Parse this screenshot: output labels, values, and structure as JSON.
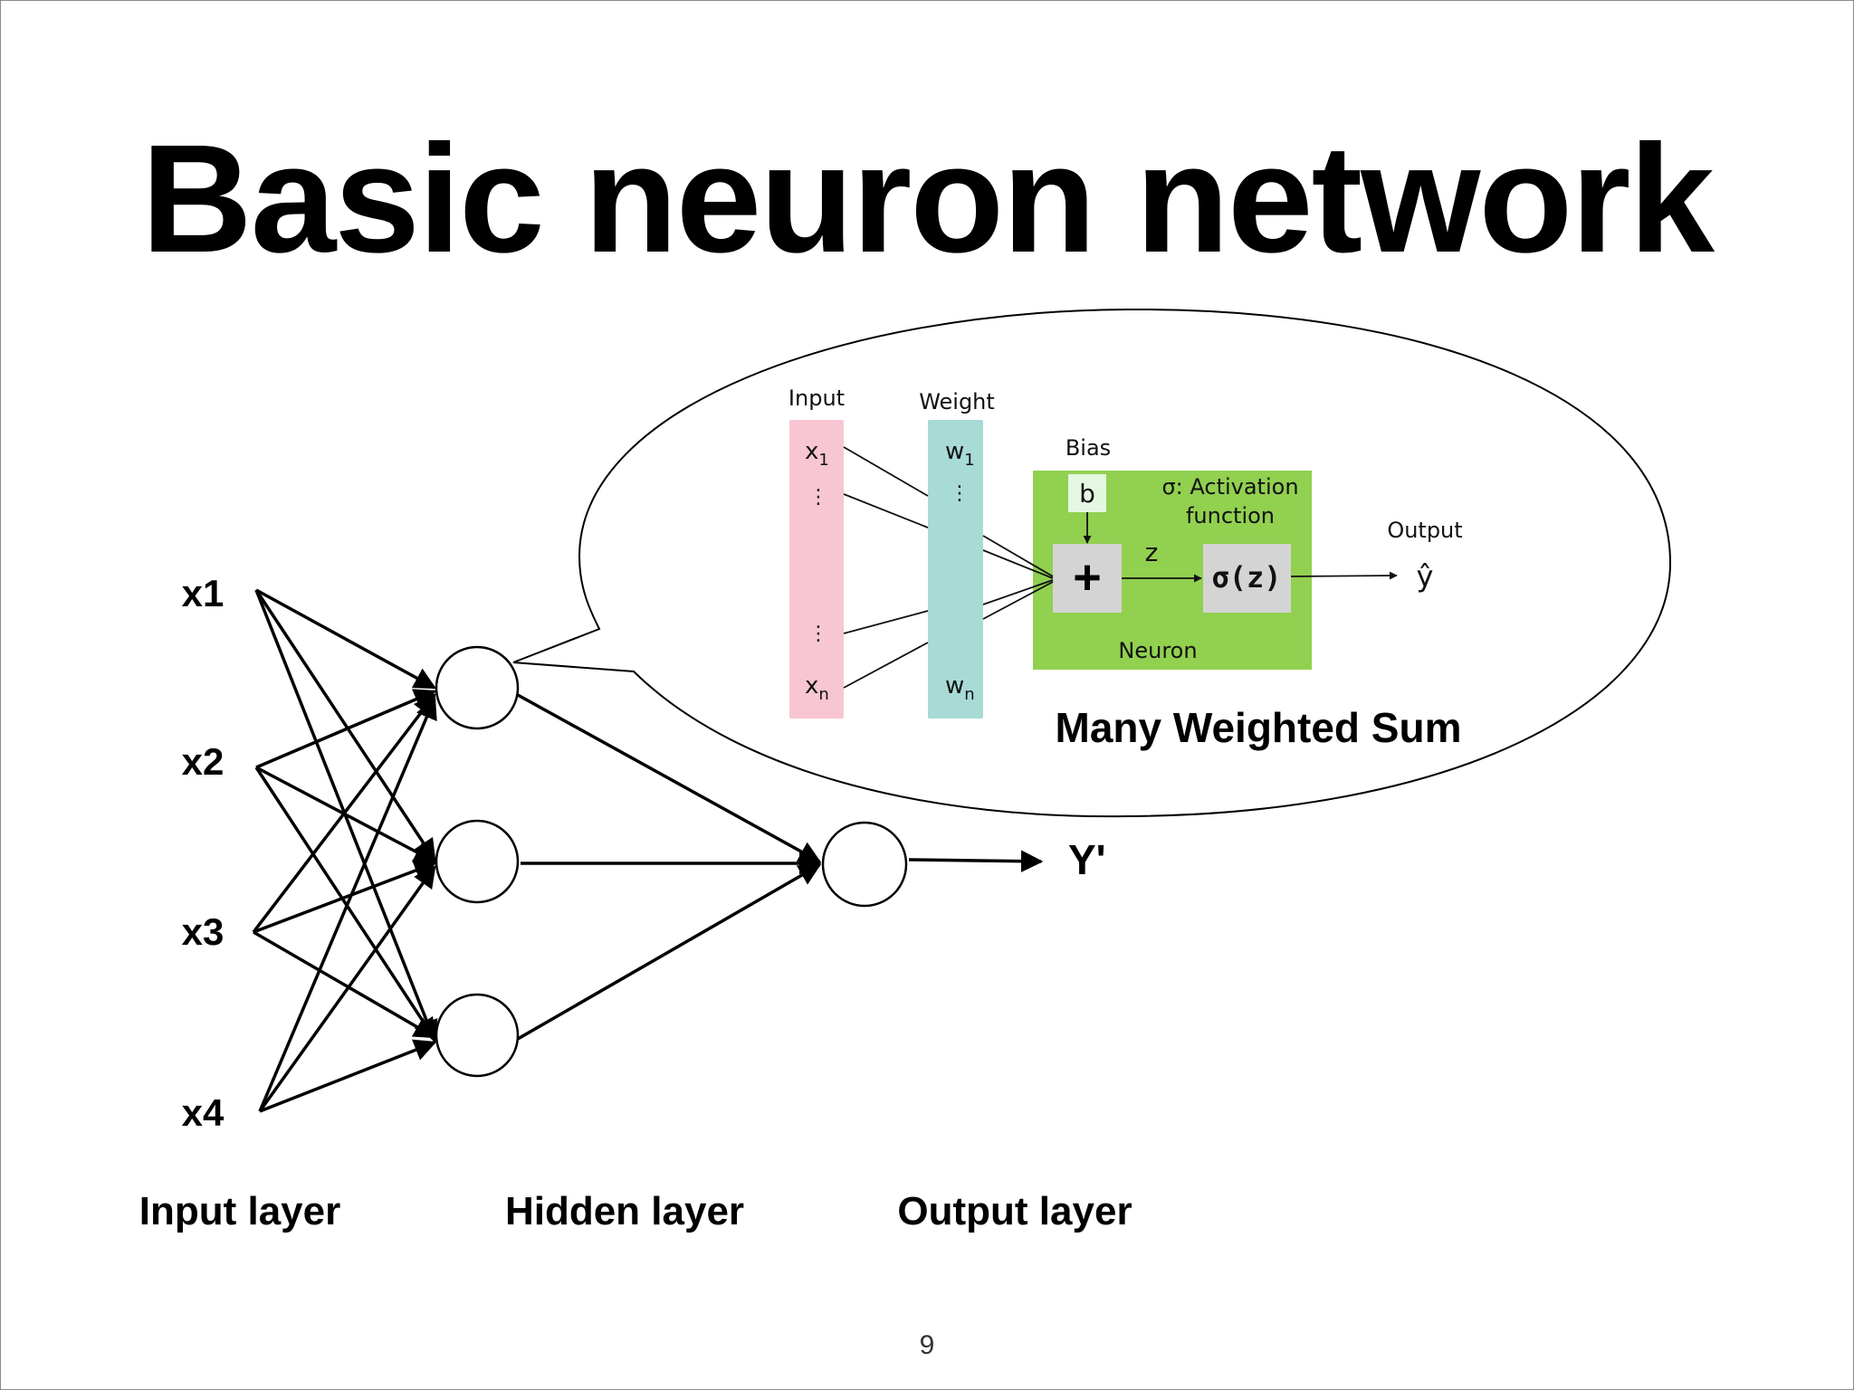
{
  "title": "Basic neuron network",
  "page_number": "9",
  "network": {
    "inputs": [
      "x1",
      "x2",
      "x3",
      "x4"
    ],
    "output_label": "Y'",
    "layer_labels": {
      "input": "Input layer",
      "hidden": "Hidden layer",
      "output": "Output layer"
    }
  },
  "callout": {
    "caption": "Many Weighted Sum",
    "input_header": "Input",
    "weight_header": "Weight",
    "input_first": "x",
    "input_first_sub": "1",
    "input_last": "x",
    "input_last_sub": "n",
    "weight_first": "w",
    "weight_first_sub": "1",
    "weight_last": "w",
    "weight_last_sub": "n",
    "ellipsis": "⋮",
    "bias_label": "Bias",
    "bias_symbol": "b",
    "activation_line1": "σ: Activation",
    "activation_line2": "function",
    "sum_symbol": "+",
    "z_label": "z",
    "activation_symbol": "σ(z)",
    "neuron_label": "Neuron",
    "output_header": "Output",
    "output_symbol": "ŷ",
    "colors": {
      "input_column": "#f7c6d2",
      "weight_column": "#a8dad6",
      "neuron_box": "#92d050",
      "op_box": "#d4d4d4",
      "bias_box": "#e4f7e1"
    }
  }
}
